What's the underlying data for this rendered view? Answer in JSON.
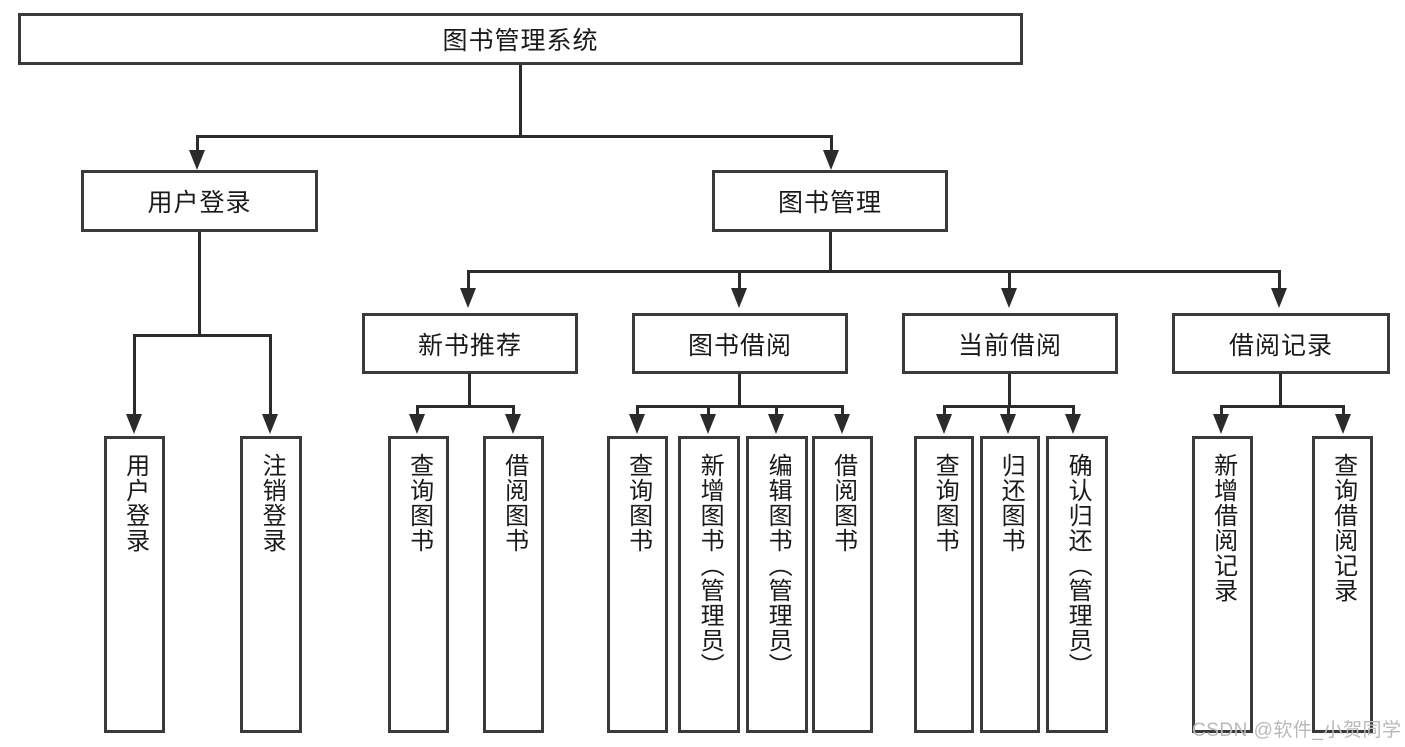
{
  "diagram": {
    "type": "tree-hierarchy",
    "title": "图书管理系统",
    "root": {
      "label": "图书管理系统",
      "orientation": "horizontal"
    },
    "level2": [
      {
        "label": "用户登录",
        "orientation": "horizontal"
      },
      {
        "label": "图书管理",
        "orientation": "horizontal"
      }
    ],
    "level3": [
      {
        "label": "新书推荐",
        "orientation": "horizontal"
      },
      {
        "label": "图书借阅",
        "orientation": "horizontal"
      },
      {
        "label": "当前借阅",
        "orientation": "horizontal"
      },
      {
        "label": "借阅记录",
        "orientation": "horizontal"
      }
    ],
    "leaves_user_login": [
      {
        "label": "用户登录",
        "orientation": "vertical"
      },
      {
        "label": "注销登录",
        "orientation": "vertical"
      }
    ],
    "leaves_new_book": [
      {
        "label": "查询图书",
        "orientation": "vertical"
      },
      {
        "label": "借阅图书",
        "orientation": "vertical"
      }
    ],
    "leaves_borrow": [
      {
        "label": "查询图书",
        "orientation": "vertical"
      },
      {
        "label": "新增图书（管理员）",
        "orientation": "vertical"
      },
      {
        "label": "编辑图书（管理员）",
        "orientation": "vertical"
      },
      {
        "label": "借阅图书",
        "orientation": "vertical"
      }
    ],
    "leaves_current": [
      {
        "label": "查询图书",
        "orientation": "vertical"
      },
      {
        "label": "归还图书",
        "orientation": "vertical"
      },
      {
        "label": "确认归还（管理员）",
        "orientation": "vertical"
      }
    ],
    "leaves_records": [
      {
        "label": "新增借阅记录",
        "orientation": "vertical"
      },
      {
        "label": "查询借阅记录",
        "orientation": "vertical"
      }
    ],
    "watermark": "CSDN @软件_小贺同学",
    "colors": {
      "border": "#3a3a3a",
      "line": "#2b2b2b",
      "text": "#1a1a1a",
      "background": "#ffffff",
      "watermark": "#b9b9b9"
    }
  }
}
